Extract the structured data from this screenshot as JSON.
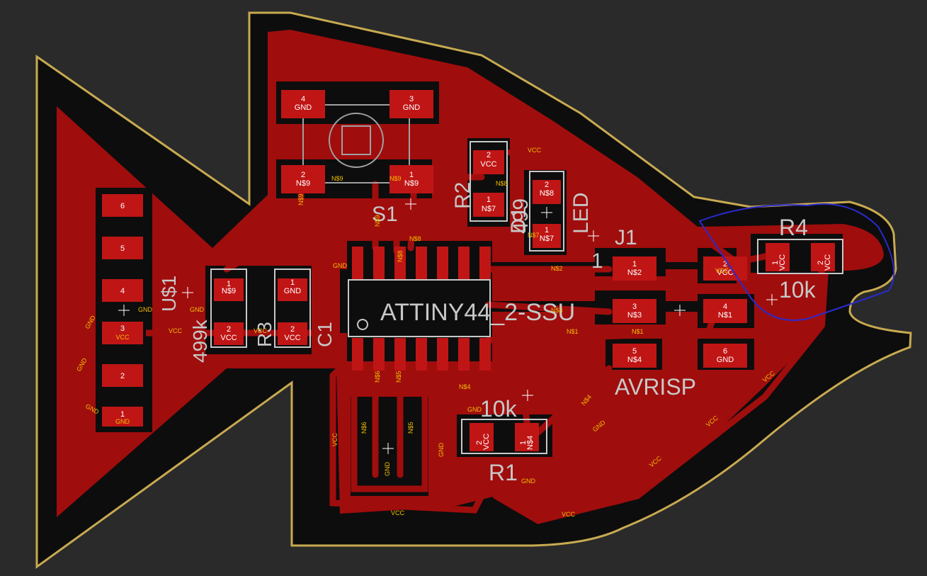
{
  "colors": {
    "background": "#2a2a2a",
    "board_outline": "#c8aa50",
    "copper": "#a00d0d",
    "pad": "#c01515",
    "trace_label": "#f0c000",
    "silkscreen": "#c8c8c8",
    "selection": "#2a2ad0"
  },
  "components": {
    "u1": {
      "name": "U$1",
      "value": "499k"
    },
    "r3": {
      "name": "R3"
    },
    "c1": {
      "name": "C1"
    },
    "s1": {
      "name": "S1"
    },
    "ic1": {
      "name": "ATTINY44_2-SSU"
    },
    "r2": {
      "name": "R2",
      "value": "499"
    },
    "d1": {
      "name": "D1",
      "value": "LED"
    },
    "j1": {
      "name": "J1",
      "value": "AVRISP"
    },
    "r1": {
      "name": "R1",
      "value": "10k"
    },
    "r4": {
      "name": "R4",
      "value": "10k"
    }
  },
  "pins": {
    "ftdi": [
      "6",
      "5",
      "4",
      "3",
      "2",
      "1"
    ],
    "ftdi_nets": {
      "p3": "VCC",
      "p1": "GND"
    },
    "s1_pads": {
      "tl": "4",
      "tr": "3",
      "bl": "2",
      "br": "1"
    },
    "s1_nets": {
      "tl": "GND",
      "tr": "GND",
      "bl": "N$9",
      "br": "N$9"
    },
    "j1_pins": [
      "1",
      "2",
      "3",
      "4",
      "5",
      "6"
    ],
    "j1_nets": [
      "N$2",
      "VCC",
      "N$3",
      "N$1",
      "N$4",
      "GND"
    ]
  },
  "nets": {
    "vcc": "VCC",
    "gnd": "GND",
    "n1": "N$1",
    "n2": "N$2",
    "n3": "N$3",
    "n4": "N$4",
    "n5": "N$5",
    "n6": "N$6",
    "n7": "N$7",
    "n8": "N$8",
    "n9": "N$9"
  },
  "two_pad_labels": {
    "one": "1",
    "two": "2"
  }
}
